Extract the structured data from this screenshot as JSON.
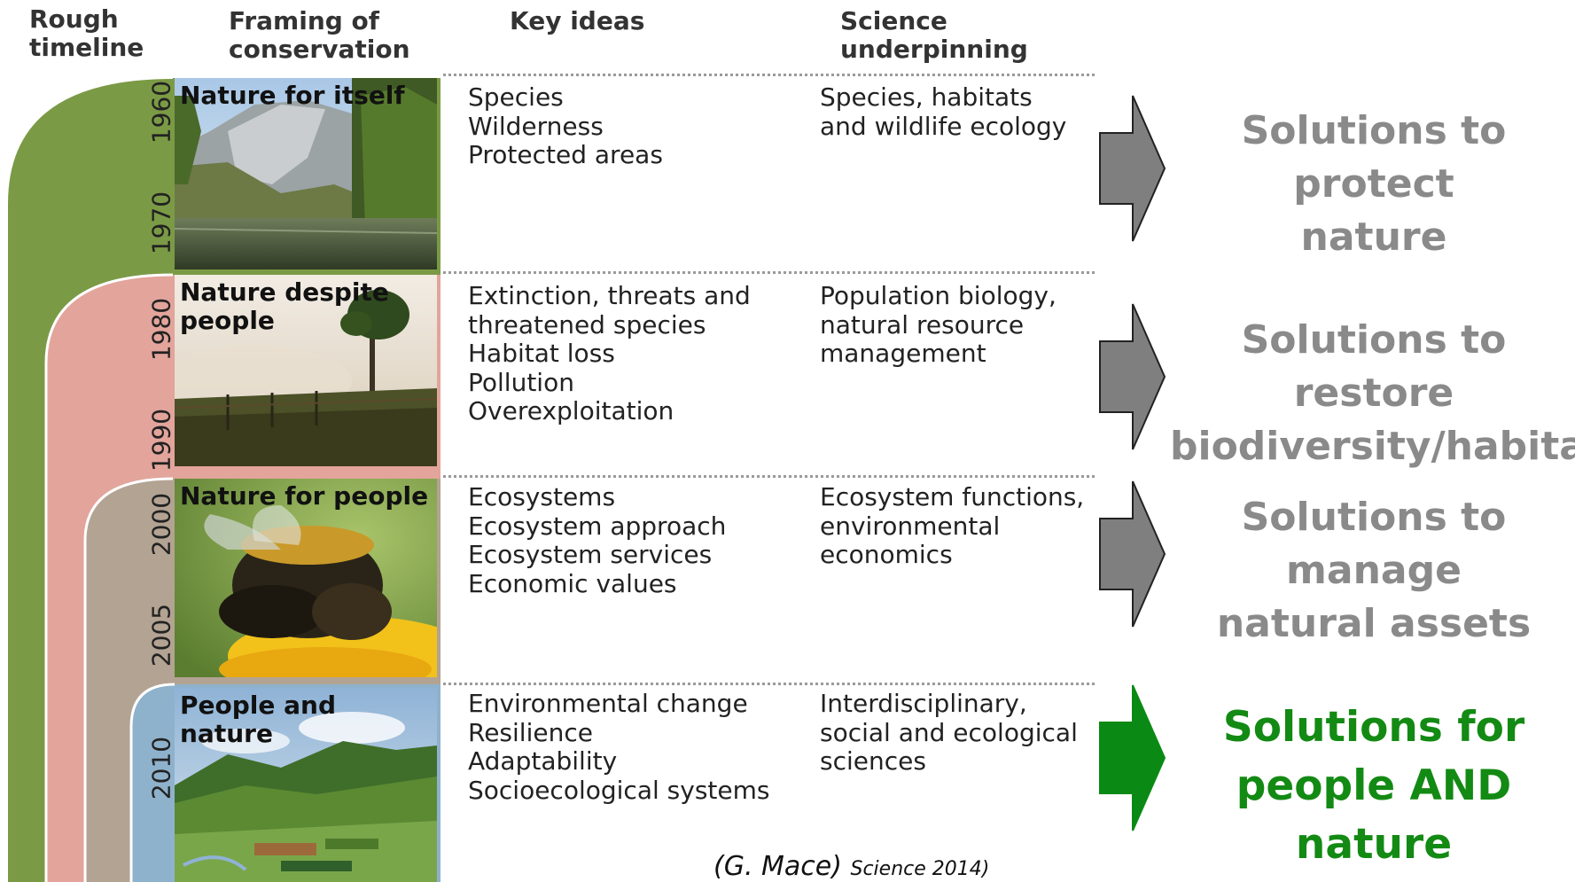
{
  "headers": {
    "timeline": "Rough\ntimeline",
    "framing": "Framing of\nconservation",
    "key_ideas": "Key ideas",
    "science": "Science\nunderpinning"
  },
  "rows": [
    {
      "frame": "Nature for itself",
      "years": [
        "1960",
        "1970"
      ],
      "key_ideas": "Species\nWilderness\nProtected areas",
      "science": "Species, habitats\nand wildlife ecology",
      "solution": "Solutions to protect\nnature",
      "band_color": "#7b9a45",
      "arrow_color": "#7f7f7f"
    },
    {
      "frame": "Nature despite\npeople",
      "years": [
        "1980",
        "1990"
      ],
      "key_ideas": "Extinction, threats and\nthreatened species\nHabitat loss\nPollution\nOverexploitation",
      "science": "Population biology,\nnatural resource\nmanagement",
      "solution": "Solutions to restore\nbiodiversity/habitats",
      "band_color": "#e2a49b",
      "arrow_color": "#7f7f7f"
    },
    {
      "frame": "Nature for people",
      "years": [
        "2000",
        "2005"
      ],
      "key_ideas": "Ecosystems\nEcosystem approach\nEcosystem services\nEconomic values",
      "science": "Ecosystem functions,\nenvironmental\neconomics",
      "solution": "Solutions to manage\nnatural assets",
      "band_color": "#b3a393",
      "arrow_color": "#7f7f7f"
    },
    {
      "frame": "People and nature",
      "years": [
        "2010"
      ],
      "key_ideas": "Environmental change\nResilience\nAdaptability\nSocioecological systems",
      "science": "Interdisciplinary,\nsocial and ecological\nsciences",
      "solution": "Solutions for\npeople AND nature",
      "band_color": "#8eb2cc",
      "arrow_color": "#0a8a14",
      "solution_color": "#138a13"
    }
  ],
  "citation": {
    "author": "(G. Mace)",
    "source": "Science 2014)"
  }
}
